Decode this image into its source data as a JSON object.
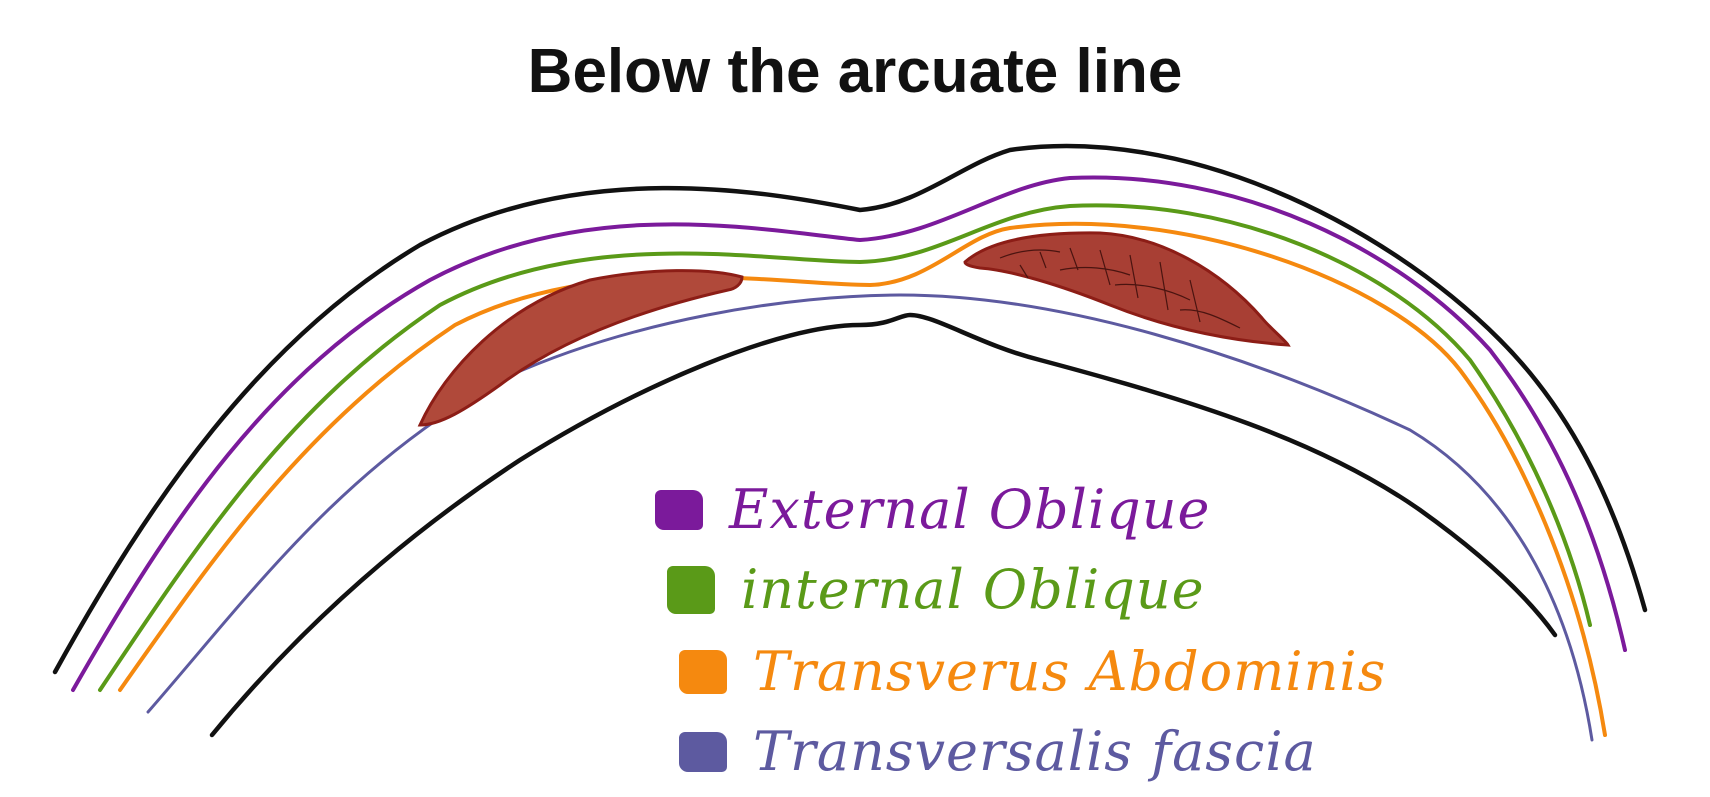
{
  "title": "Below the arcuate line",
  "legend": [
    {
      "label": "External Oblique",
      "color": "#7b1a9b"
    },
    {
      "label": "internal Oblique",
      "color": "#5a9a18"
    },
    {
      "label": "Transverus Abdominis",
      "color": "#f5890f"
    },
    {
      "label": "Transversalis fascia",
      "color": "#5d5aa0"
    }
  ],
  "colors": {
    "outline": "#111111",
    "muscle_fill": "#b0493a",
    "muscle_stroke": "#8c1d16"
  }
}
